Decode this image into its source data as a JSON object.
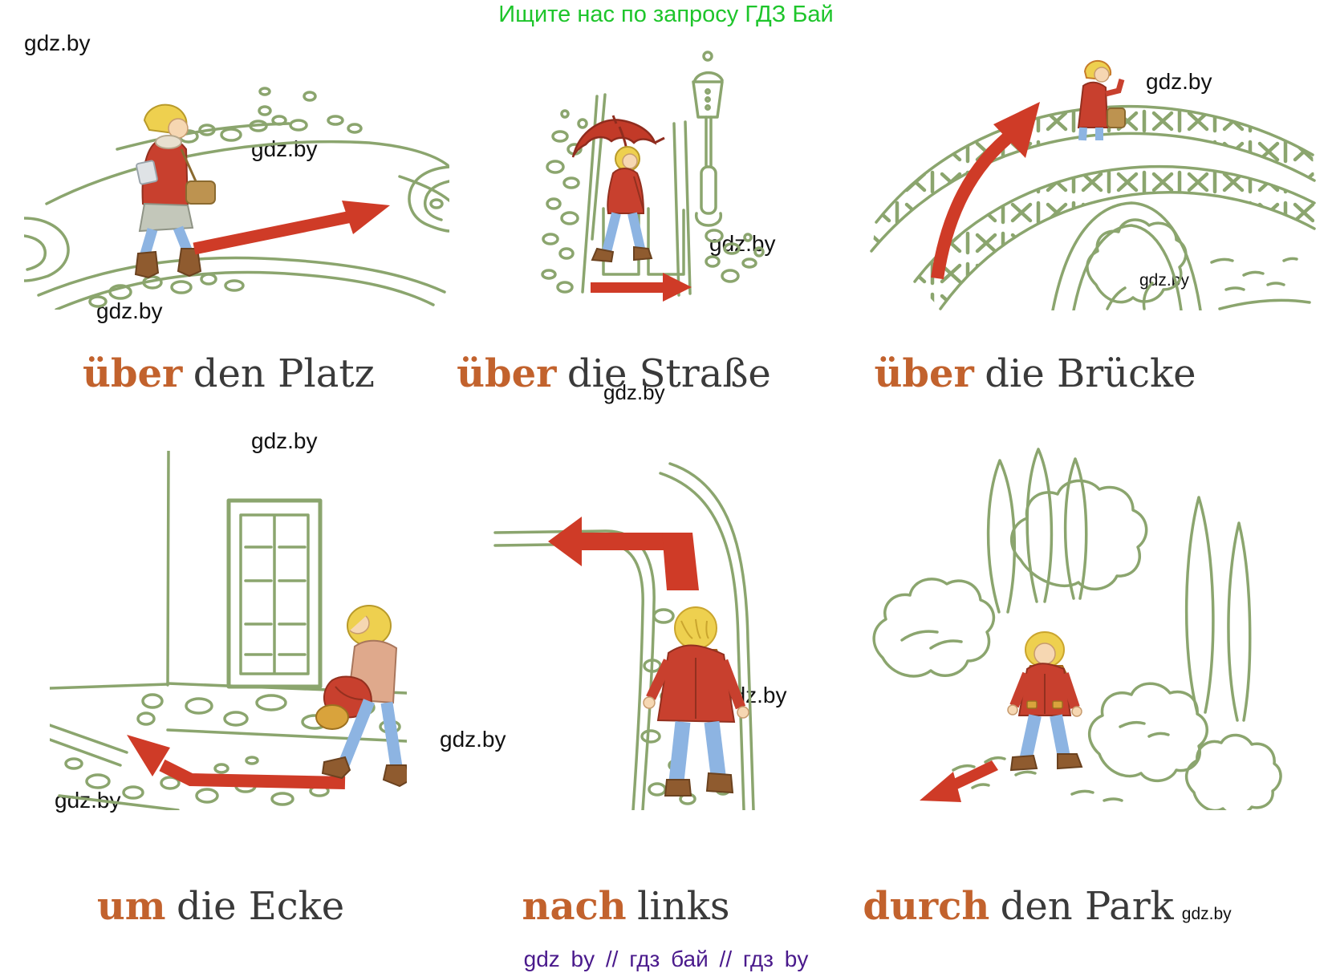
{
  "header": {
    "text": "Ищите нас по запросу ГДЗ Бай",
    "color": "#1ec52b"
  },
  "watermark": {
    "text": "gdz.by"
  },
  "captions": [
    {
      "preposition": "über",
      "phrase": "den Platz"
    },
    {
      "preposition": "über",
      "phrase": "die Straße"
    },
    {
      "preposition": "über",
      "phrase": "die Brücke"
    },
    {
      "preposition": "um",
      "phrase": "die Ecke"
    },
    {
      "preposition": "nach",
      "phrase": "links"
    },
    {
      "preposition": "durch",
      "phrase": "den Park"
    }
  ],
  "illustrations": [
    {
      "id": "ueber-den-platz",
      "scene": "girl walking across a square, red arrow to the right"
    },
    {
      "id": "ueber-die-strasse",
      "scene": "girl with umbrella on a crosswalk by a lamp post, red arrow to the right"
    },
    {
      "id": "ueber-die-bruecke",
      "scene": "girl crossing an arched bridge, red arrow curving up"
    },
    {
      "id": "um-die-ecke",
      "scene": "girl walking around a building corner, red arrow bending left"
    },
    {
      "id": "nach-links",
      "scene": "boy on a path turning left, red arrow turning left"
    },
    {
      "id": "durch-den-park",
      "scene": "girl walking through a park with trees, red arrow to the lower left"
    }
  ],
  "footer": {
    "text": "gdz by // гдз бай // гдз by",
    "color": "#4a1a8c"
  },
  "colors": {
    "header_green": "#1ec52b",
    "caption_accent": "#c2622d",
    "caption_dark": "#3a3a3a",
    "footer_purple": "#4a1a8c",
    "line_green": "#8ba56e",
    "arrow_red": "#cf3b27"
  }
}
